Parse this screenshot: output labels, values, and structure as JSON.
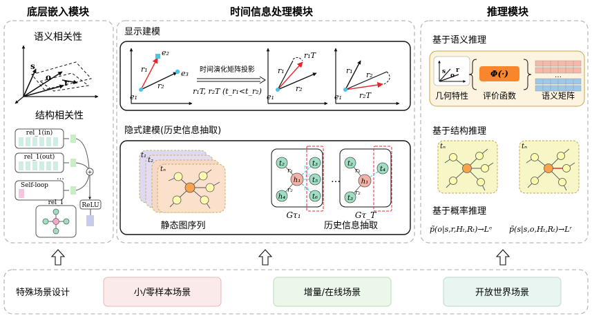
{
  "modules": {
    "embedding": "底层嵌入模块",
    "temporal": "时间信息处理模块",
    "reasoning": "推理模块"
  },
  "embedding": {
    "semantic": "语义相关性",
    "structural": "结构相关性",
    "vec_s": "s",
    "vec_o": "o",
    "vec_r": "r",
    "rel_in": "rel_1(in)",
    "rel_out": "rel_1(out)",
    "self_loop": "Self-loop",
    "ellipsis": "…",
    "relu": "ReLU",
    "rel_1": "rel_1",
    "plus": "+"
  },
  "explicit": {
    "title": "显示建模",
    "arrow_label": "时间演化矩阵投影",
    "formula": "r₁T, r₂T (t_r₁<t_r₂)",
    "e1": "e₁",
    "e2": "e₂",
    "e3": "e₃",
    "r1": "r₁",
    "r2": "r₂",
    "r1T": "r₁T",
    "r2T": "r₂T"
  },
  "implicit": {
    "title": "隐式建模(历史信息抽取)",
    "static_label": "静态图序列",
    "history_label": "历史信息抽取",
    "t1": "t₁",
    "t2": "t₂",
    "tn": "tₙ",
    "g_tau1": "Gτ₁",
    "g_taut": "Gτ_T",
    "dots": "…",
    "node_h1": "h₁",
    "node_t2": "t₂",
    "node_t3": "t₃",
    "node_t4": "t₄",
    "node_t5": "t₅",
    "node_t6": "t₆",
    "node_h4": "h₄",
    "lab_r1": "r₁",
    "lab_r2": "r₂",
    "lab_r3": "r₃",
    "lab_r5": "r₅",
    "lab_r6": "r₆"
  },
  "reasoning": {
    "semantic_title": "基于语义推理",
    "geo": "几何特性",
    "score": "评价函数",
    "score_fn": "Φ(·)",
    "matrix": "语义矩阵",
    "matrix_dots": "…",
    "structural_title": "基于结构推理",
    "tn": "tₙ",
    "prob_title": "基于概率推理",
    "formula1": "p̃(o|s,r,Hₜ,Rₜ)→Lᵉ",
    "formula2": "p̃(s|s,o,Hₜ,Rₜ)→Lʳ",
    "geo_s": "s",
    "geo_o": "o",
    "geo_r": "r"
  },
  "scenarios": {
    "label": "特殊场景设计",
    "few_shot": "小/零样本场景",
    "online": "增量/在线场景",
    "open_world": "开放世界场景"
  },
  "colors": {
    "dashed_border": "#b9b9b9",
    "node_yellow": "#fdfbb0",
    "node_orange": "#f8a24c",
    "node_green": "#9fdec2",
    "node_red": "#f2b2a7",
    "arrow_red": "#e8242b",
    "cyan_marker": "#4cc3ea",
    "scenario_red": "#fbeaea",
    "scenario_green": "#eaf7ea",
    "scenario_teal": "#e8f5f1",
    "semantic_box": "#fdf4e0",
    "struct_box": "#f6f6c6"
  }
}
